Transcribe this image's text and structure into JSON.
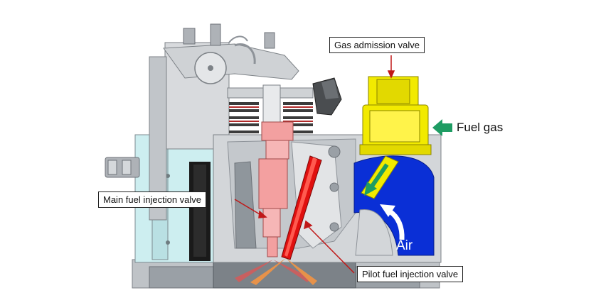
{
  "labels": {
    "gas_admission_valve": "Gas admission valve",
    "fuel_gas": "Fuel gas",
    "main_fuel_injection_valve": "Main fuel injection valve",
    "air": "Air",
    "pilot_fuel_injection_valve": "Pilot fuel injection valve"
  },
  "colors": {
    "engine_gray": "#c9ccd0",
    "engine_dark": "#8e9399",
    "engine_light": "#e4e6e8",
    "cyan_panel": "#cdeef0",
    "gas_valve_yellow": "#f2ea00",
    "air_blue": "#0a2fd6",
    "main_injector_pink": "#f3a0a0",
    "pilot_injector_red": "#e0100f",
    "spring_dark": "#3b3b3b",
    "spring_red": "#b02a2a",
    "fuel_arrow_green": "#1e9c63",
    "leader_red": "#c01818",
    "spray_orange": "#e7924a",
    "spray_red": "#c86060"
  },
  "icons": {
    "fuel_gas_arrow": "arrow-left-icon",
    "air_arrow": "curved-arrow-icon",
    "gas_flow_arrow": "arrow-down-icon"
  }
}
